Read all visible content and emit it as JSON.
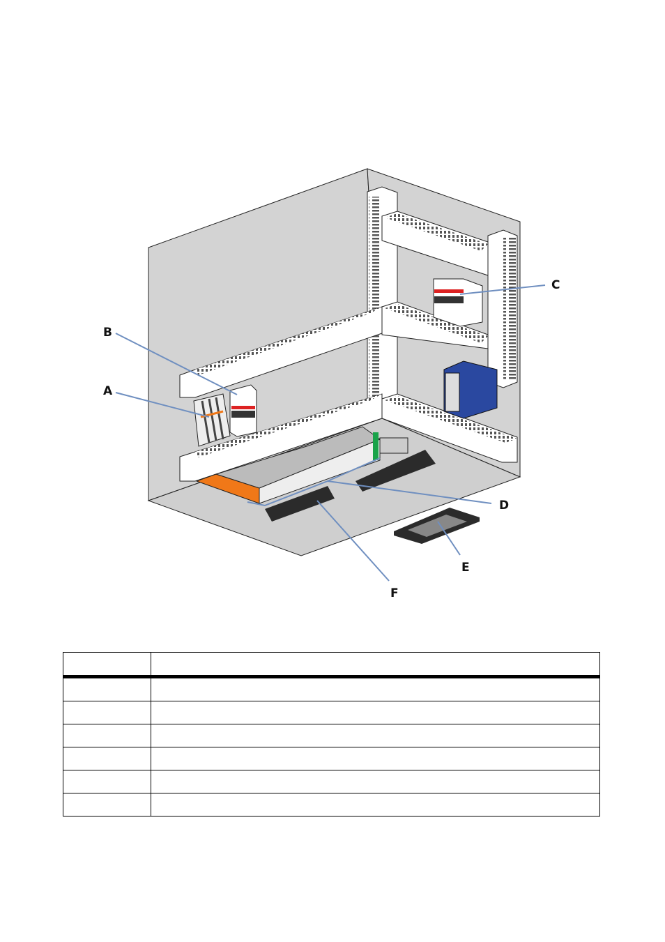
{
  "figure": {
    "callouts": [
      {
        "id": "A",
        "text": "A"
      },
      {
        "id": "B",
        "text": "B"
      },
      {
        "id": "C",
        "text": "C"
      },
      {
        "id": "D",
        "text": "D"
      },
      {
        "id": "E",
        "text": "E"
      },
      {
        "id": "F",
        "text": "F"
      }
    ],
    "colors": {
      "wall": "#d3d3d3",
      "duct": "#ffffff",
      "accent_orange": "#f07818",
      "blue_box": "#2a48a0",
      "leader": "#6f8fc0",
      "green": "#1aa34a",
      "strip": "#2b2b2b"
    }
  },
  "table": {
    "header": [
      "",
      ""
    ],
    "rows": [
      [
        "",
        ""
      ],
      [
        "",
        ""
      ],
      [
        "",
        ""
      ],
      [
        "",
        ""
      ],
      [
        "",
        ""
      ],
      [
        "",
        ""
      ]
    ]
  }
}
